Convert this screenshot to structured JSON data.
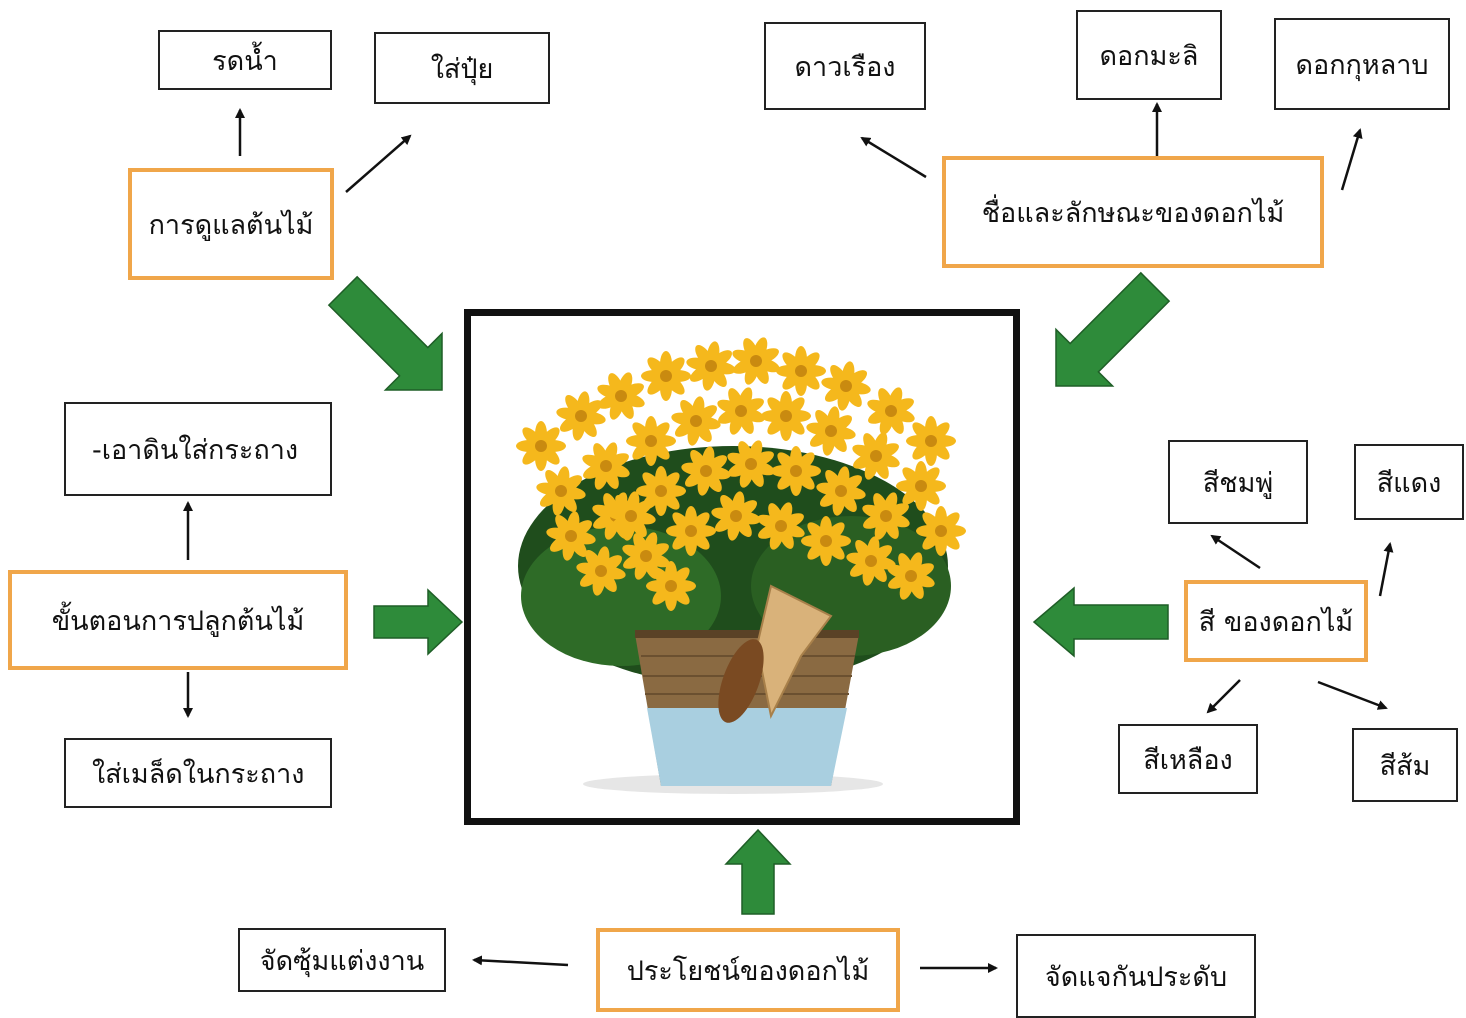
{
  "colors": {
    "center_arrow": "#2e8b3a",
    "topic_border": "#f0a64a",
    "box_border": "#222222",
    "flower": "#f5b81c",
    "pot": "#a9cfe0"
  },
  "center": {
    "image": "yellow-flowers-in-basket-pot"
  },
  "topics": {
    "care": {
      "label": "การดูแลต้นไม้",
      "items": [
        "รดน้ำ",
        "ใส่ปุ๋ย"
      ]
    },
    "names": {
      "label": "ชื่อและลักษณะของดอกไม้",
      "items": [
        "ดาวเรือง",
        "ดอกมะลิ",
        "ดอกกุหลาบ"
      ]
    },
    "planting": {
      "label": "ขั้นตอนการปลูกต้นไม้",
      "items": [
        "-เอาดินใส่กระถาง",
        "ใส่เมล็ดในกระถาง"
      ]
    },
    "colors": {
      "label": "สี ของดอกไม้",
      "items": [
        "สีชมพู่",
        "สีแดง",
        "สีเหลือง",
        "สีส้ม"
      ]
    },
    "benefits": {
      "label": "ประโยชน์ของดอกไม้",
      "items": [
        "จัดซุ้มแต่งงาน",
        "จัดแจกันประดับ"
      ]
    }
  }
}
